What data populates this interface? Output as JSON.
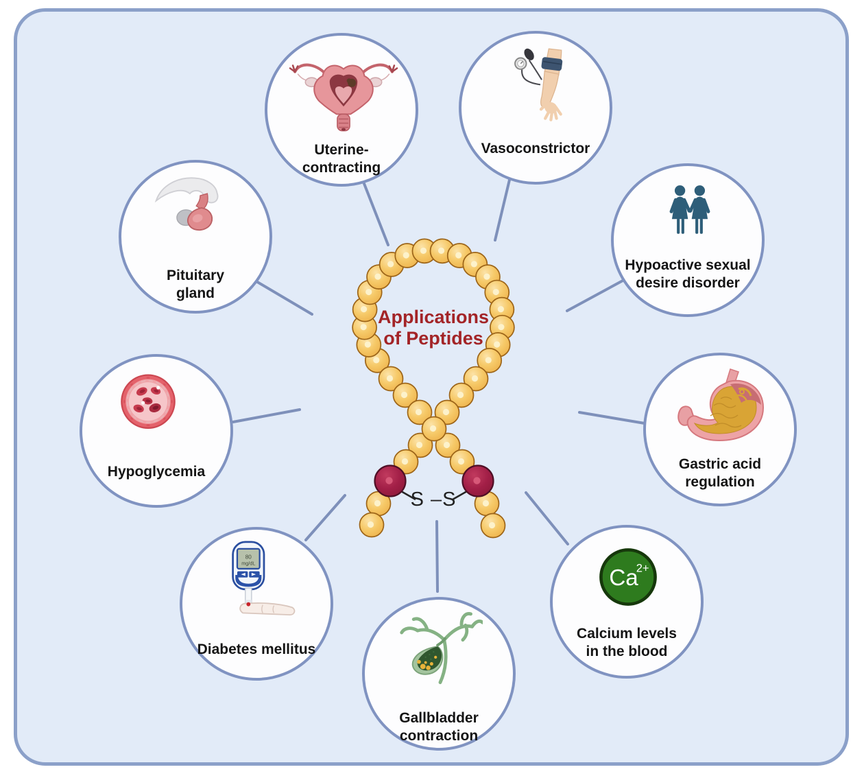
{
  "diagram": {
    "title_lines": [
      "Applications",
      "of Peptides"
    ],
    "title_color": "#a32427",
    "disulfide_bond_label": "S –S"
  },
  "nodes": [
    {
      "id": "pituitary-gland",
      "label_lines": [
        "Pituitary",
        "gland"
      ],
      "icon": "pituitary-gland-icon"
    },
    {
      "id": "uterine-contracting",
      "label_lines": [
        "Uterine-",
        "contracting"
      ],
      "icon": "uterus-icon"
    },
    {
      "id": "vasoconstrictor",
      "label_lines": [
        "Vasoconstrictor"
      ],
      "icon": "blood-pressure-cuff-icon"
    },
    {
      "id": "hypoactive-sexual-desire-disorder",
      "label_lines": [
        "Hypoactive sexual",
        "desire disorder"
      ],
      "icon": "women-couple-icon"
    },
    {
      "id": "gastric-acid-regulation",
      "label_lines": [
        "Gastric acid",
        "regulation"
      ],
      "icon": "stomach-icon"
    },
    {
      "id": "calcium-levels-in-the-blood",
      "label_lines": [
        "Calcium levels",
        "in the blood"
      ],
      "icon": "calcium-ion-icon",
      "icon_text": {
        "main": "Ca",
        "sup": "2+"
      }
    },
    {
      "id": "gallbladder-contraction",
      "label_lines": [
        "Gallbladder",
        "contraction"
      ],
      "icon": "gallbladder-icon"
    },
    {
      "id": "diabetes-mellitus",
      "label_lines": [
        "Diabetes mellitus"
      ],
      "icon": "glucometer-icon",
      "icon_text": {
        "line1": "80",
        "line2": "mg/dL"
      }
    },
    {
      "id": "hypoglycemia",
      "label_lines": [
        "Hypoglycemia"
      ],
      "icon": "blood-vessel-icon"
    }
  ],
  "style": {
    "board_fill": "#e2ebf8",
    "board_border": "#8ba0c9",
    "circle_fill": "#fdfdfe",
    "circle_border": "#8093c1",
    "connector_color": "#7e90ba",
    "bead_color": "#f6c968",
    "bead_outline": "#9c6418",
    "cysteine_bead_color": "#a21f47",
    "label_color": "#141414"
  }
}
